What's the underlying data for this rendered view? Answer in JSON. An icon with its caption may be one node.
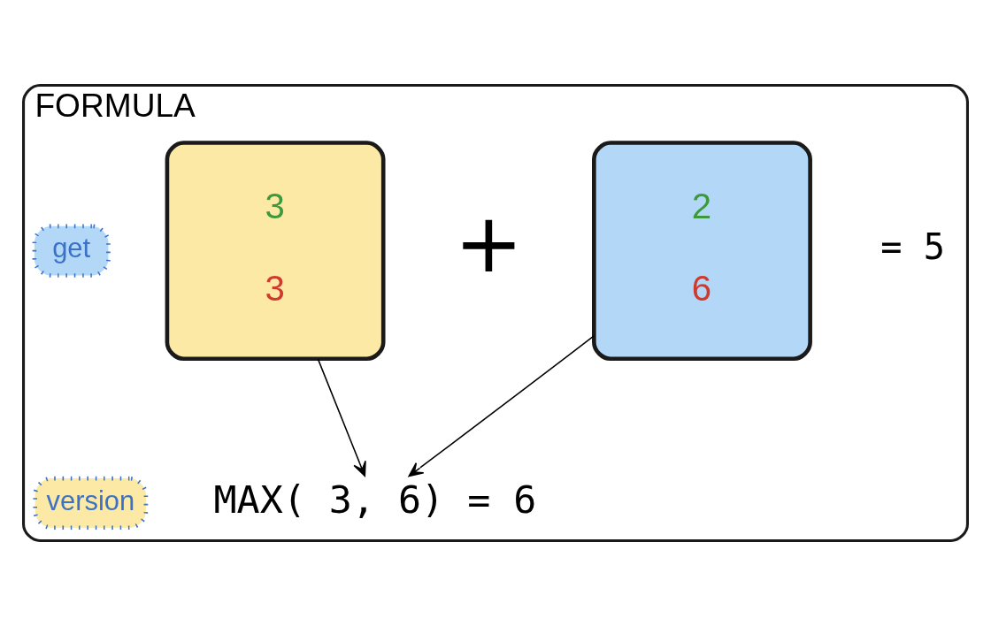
{
  "diagram": {
    "nodes": [
      {
        "text": [
          "FORMULA"
        ]
      },
      {
        "text": [
          "get"
        ],
        "in": 0
      },
      {
        "text": [
          "3",
          "3"
        ],
        "in": 0
      },
      {
        "text": [
          "2",
          "6"
        ],
        "in": 0
      },
      {
        "text": [
          "version"
        ],
        "in": 0
      },
      {
        "text": [
          "MAX( 3, 6) = 6"
        ],
        "in": 0
      }
    ],
    "edges": [
      {
        "from": 2,
        "to": 5,
        "arrow": "to"
      },
      {
        "from": 3,
        "to": 5,
        "arrow": "to"
      }
    ],
    "labels": [
      "+",
      "= 5"
    ]
  }
}
